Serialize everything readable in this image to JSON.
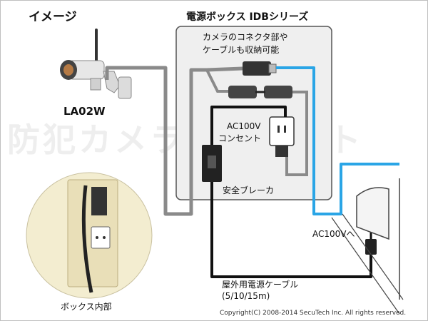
{
  "title": "イメージ",
  "model": "LA02W",
  "box_title": "電源ボックス IDBシリーズ",
  "box_note_line1": "カメラのコネクタ部や",
  "box_note_line2": "ケーブルも収納可能",
  "outlet_label_line1": "AC100V",
  "outlet_label_line2": "コンセント",
  "breaker_label": "安全ブレーカ",
  "ac_label": "AC100Vへ",
  "cable_label_line1": "屋外用電源ケーブル",
  "cable_label_line2": "(5/10/15m)",
  "inset_label": "ボックス内部",
  "watermark": "防犯カメラダイレクト",
  "copyright": "Copyright(C) 2008-2014 SecuTech Inc. All rights reserved.",
  "colors": {
    "lan_cable": "#2aa5e6",
    "power_cable": "#111111",
    "camera_cable": "#8a8a8a",
    "box_fill": "#efefef",
    "box_border": "#555555",
    "inset_fill": "#f3edd0"
  }
}
